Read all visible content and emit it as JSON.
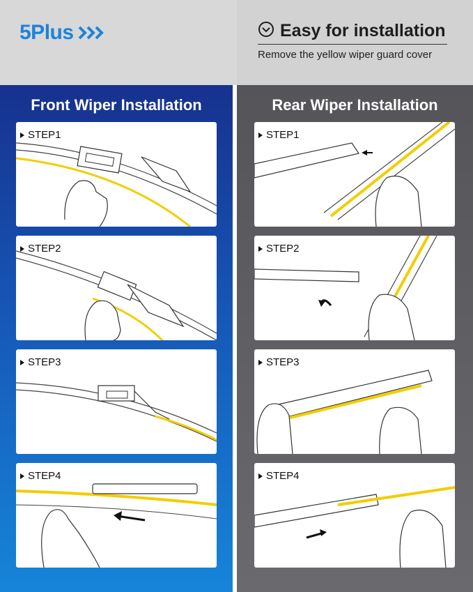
{
  "brand": {
    "name": "5Plus",
    "color": "#1d83d9",
    "icon": "double-chevron-right-icon"
  },
  "header": {
    "title": "Easy for installation",
    "title_icon": "chevron-down-circle-icon",
    "subtitle": "Remove the yellow wiper guard cover"
  },
  "front": {
    "title": "Front Wiper Installation",
    "steps": [
      {
        "label": "STEP1"
      },
      {
        "label": "STEP2"
      },
      {
        "label": "STEP3"
      },
      {
        "label": "STEP4"
      }
    ]
  },
  "rear": {
    "title": "Rear Wiper Installation",
    "steps": [
      {
        "label": "STEP1"
      },
      {
        "label": "STEP2"
      },
      {
        "label": "STEP3"
      },
      {
        "label": "STEP4"
      }
    ]
  },
  "colors": {
    "guard_yellow": "#f2cd00",
    "front_panel": "#1657b6",
    "rear_panel": "#5e5e62"
  }
}
